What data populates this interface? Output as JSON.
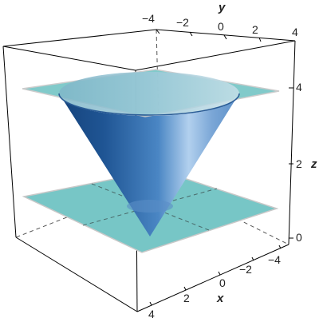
{
  "figure": {
    "surfaces": [
      "cone",
      "plane-top",
      "plane-bottom"
    ],
    "colors": {
      "cone_dark": "#16437c",
      "cone_mid": "#3e78b8",
      "cone_light": "#a9c9ea",
      "plane_fill": "#77c6c6",
      "plane_edge": "#c8c8c8",
      "box_edge": "#000000",
      "hidden_edge": "#555555"
    },
    "axes": {
      "x": {
        "label": "x",
        "ticks": [
          "4",
          "2",
          "0",
          "−2",
          "−4"
        ]
      },
      "y": {
        "label": "y",
        "ticks": [
          "−4",
          "−2",
          "0",
          "2",
          "4"
        ]
      },
      "z": {
        "label": "z",
        "ticks": [
          "4",
          "2",
          "0"
        ]
      }
    }
  }
}
